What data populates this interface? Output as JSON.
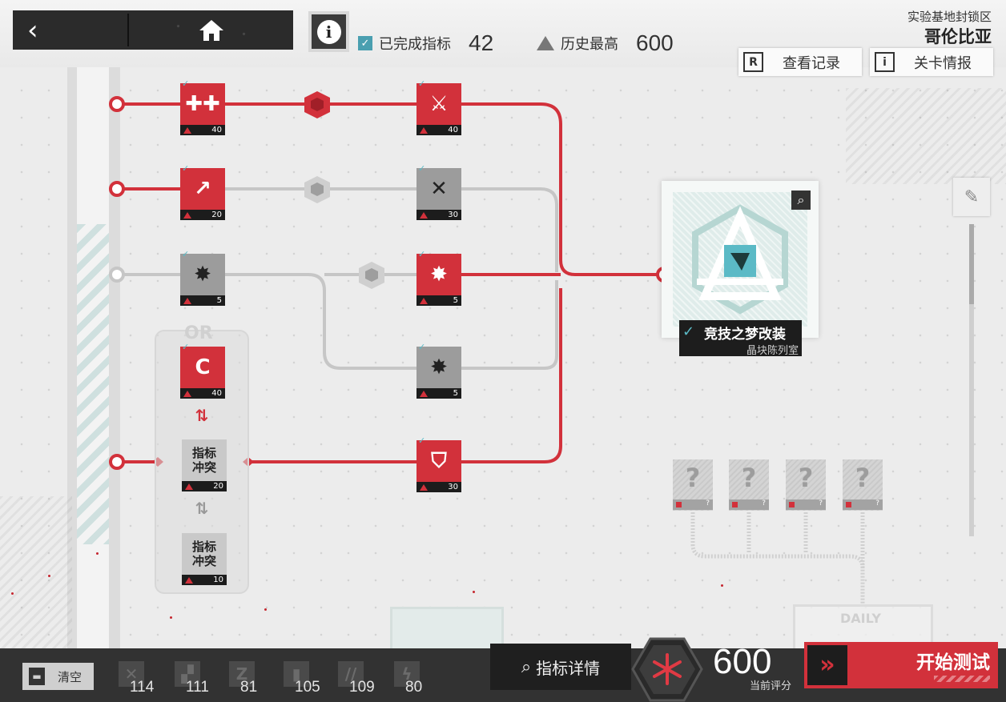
{
  "header": {
    "completed_label": "已完成指标",
    "completed_value": "42",
    "history_label": "历史最高",
    "history_value": "600",
    "region_sub": "实验基地封锁区",
    "region_title": "哥伦比亚",
    "view_records": "查看记录",
    "stage_intel": "关卡情报",
    "info_glyph": "i",
    "back_glyph": "‹",
    "home_glyph": "⌂"
  },
  "colors": {
    "accent_red": "#d2313b",
    "teal": "#5bbac6",
    "dark": "#2b2b2b"
  },
  "nodes": {
    "r1a": {
      "value": "40",
      "icon": "plus-plus-icon",
      "glyph": "✚✚"
    },
    "r1b": {
      "value": "40",
      "icon": "crossed-swords-icon",
      "glyph": "⚔"
    },
    "r2a": {
      "value": "20",
      "icon": "arrow-strike-icon",
      "glyph": "↗"
    },
    "r2b": {
      "value": "30",
      "icon": "crossed-arrows-icon",
      "glyph": "✕"
    },
    "r3a": {
      "value": "5",
      "icon": "blast-icon",
      "glyph": "✸"
    },
    "r3b": {
      "value": "5",
      "icon": "blast-icon",
      "glyph": "✸"
    },
    "r4b": {
      "value": "5",
      "icon": "blast-icon",
      "glyph": "✸"
    },
    "or1": {
      "value": "40",
      "icon": "cycle-icon",
      "glyph": "C"
    },
    "r5b": {
      "value": "30",
      "icon": "shield-crown-icon",
      "glyph": "⛉"
    },
    "conflict1": {
      "line1": "指标",
      "line2": "冲突",
      "value": "20"
    },
    "conflict2": {
      "line1": "指标",
      "line2": "冲突",
      "value": "10"
    }
  },
  "or_label": "OR",
  "reward": {
    "name": "竞技之梦改装",
    "subtitle": "晶块陈列室"
  },
  "mystery": [
    "?",
    "?",
    "?",
    "?"
  ],
  "mystery_value": "?",
  "daily_label": "DAILY",
  "bottom": {
    "clear_label": "清空",
    "stats": [
      {
        "icon": "sword-stat-icon",
        "value": "114"
      },
      {
        "icon": "tower-stat-icon",
        "value": "111"
      },
      {
        "icon": "z-stat-icon",
        "value": "81"
      },
      {
        "icon": "block-stat-icon",
        "value": "105"
      },
      {
        "icon": "double-slash-stat-icon",
        "value": "109"
      },
      {
        "icon": "bolt-stat-icon",
        "value": "80"
      }
    ],
    "detail_label": "指标详情",
    "score_value": "600",
    "score_label": "当前评分",
    "start_label": "开始测试"
  }
}
